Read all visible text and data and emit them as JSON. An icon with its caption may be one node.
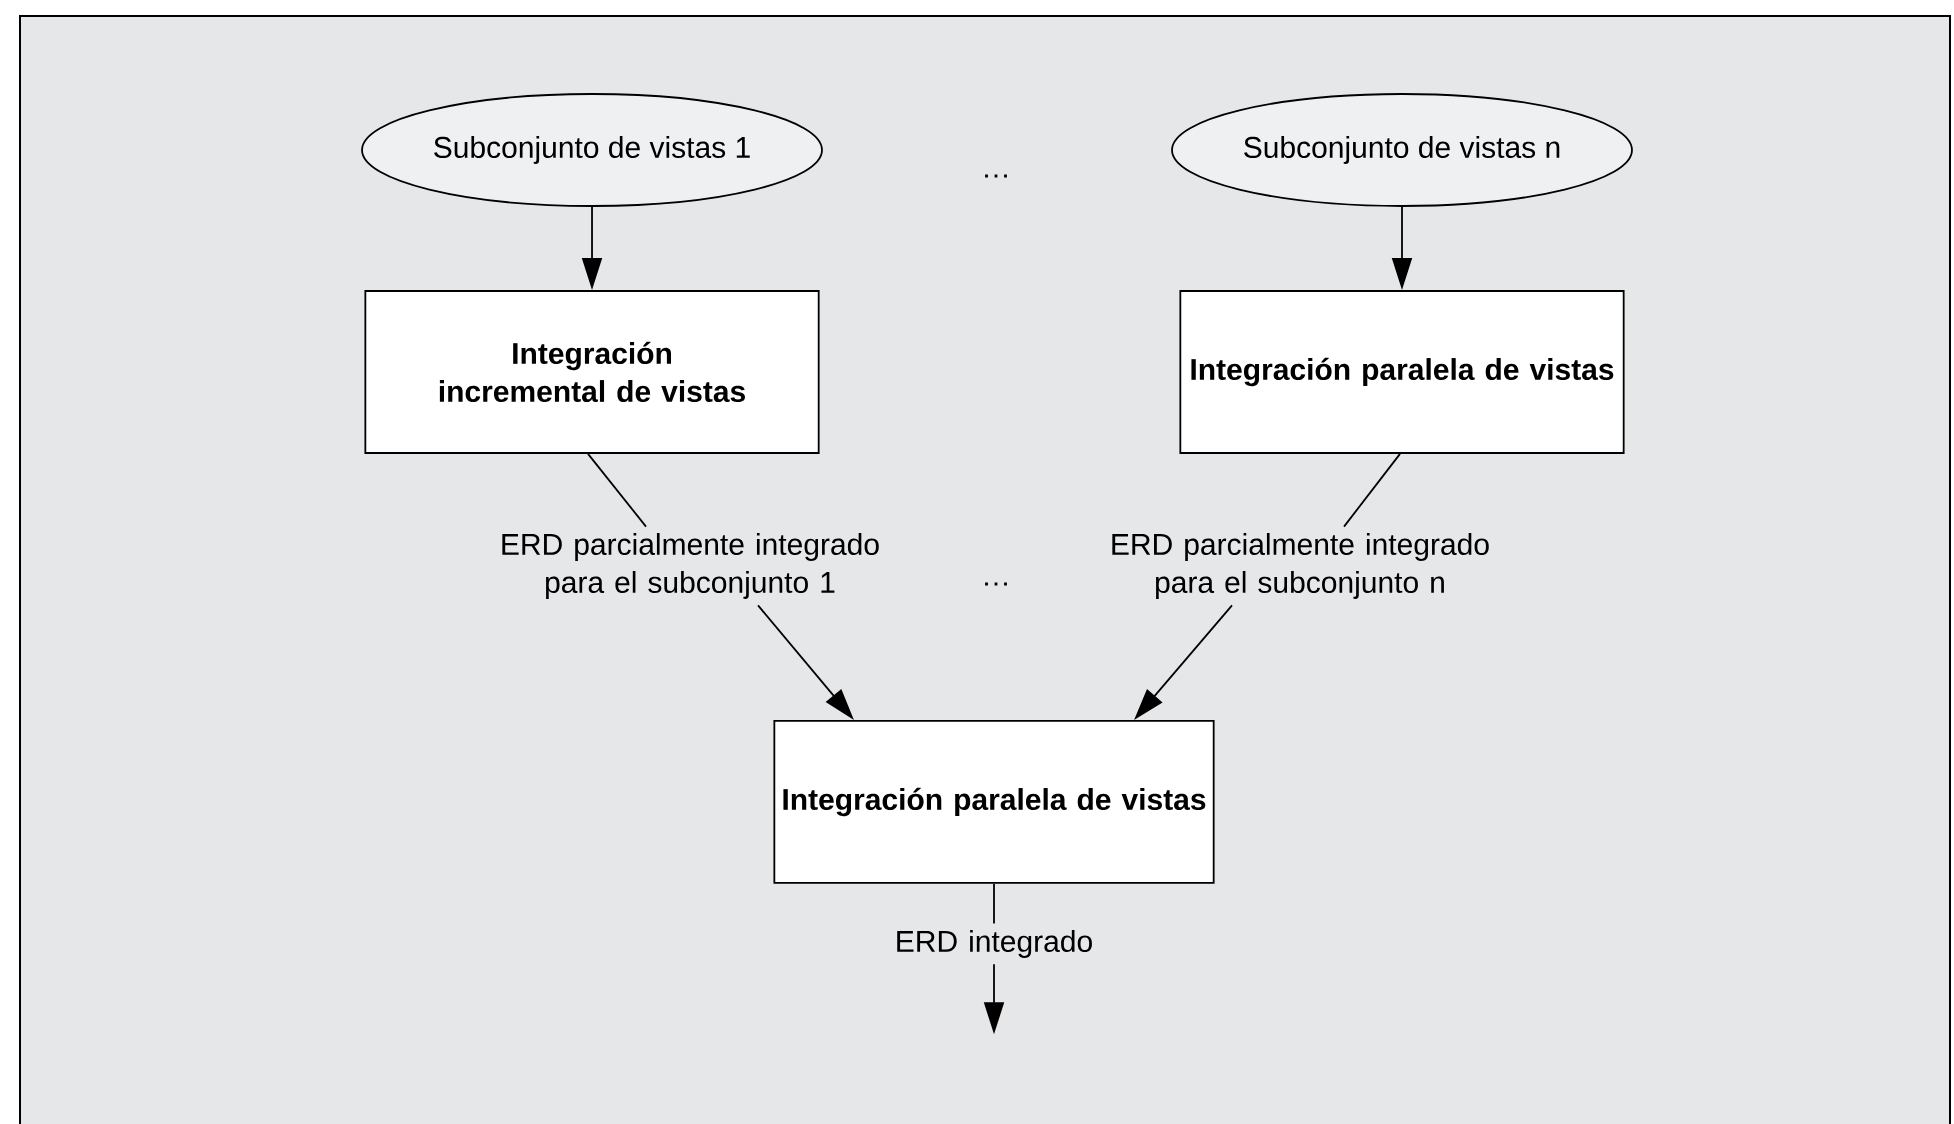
{
  "diagram": {
    "nodes": [
      {
        "text": [
          "Subconjunto de vistas 1"
        ]
      },
      {
        "text": [
          "Subconjunto de vistas n"
        ]
      },
      {
        "text": [
          "Integración incremental de vistas"
        ]
      },
      {
        "text": [
          "Integración paralela de vistas"
        ]
      },
      {
        "text": [
          "ERD parcialmente integrado para el subconjunto 1"
        ]
      },
      {
        "text": [
          "ERD parcialmente integrado para el subconjunto n"
        ]
      },
      {
        "text": [
          "Integración paralela de vistas"
        ]
      },
      {
        "text": [
          "ERD integrado"
        ]
      }
    ],
    "edges": [
      {
        "from": 0,
        "to": 2,
        "arrow": "to"
      },
      {
        "from": 1,
        "to": 3,
        "arrow": "to"
      },
      {
        "from": 2,
        "to": 4,
        "arrow": "none"
      },
      {
        "from": 3,
        "to": 5,
        "arrow": "none"
      },
      {
        "from": 4,
        "to": 6,
        "arrow": "to"
      },
      {
        "from": 5,
        "to": 6,
        "arrow": "to"
      },
      {
        "from": 6,
        "to": 7,
        "arrow": "none"
      },
      {
        "from": 7,
        "to": null,
        "arrow": "to"
      }
    ],
    "labels": [
      "…",
      "…"
    ]
  }
}
